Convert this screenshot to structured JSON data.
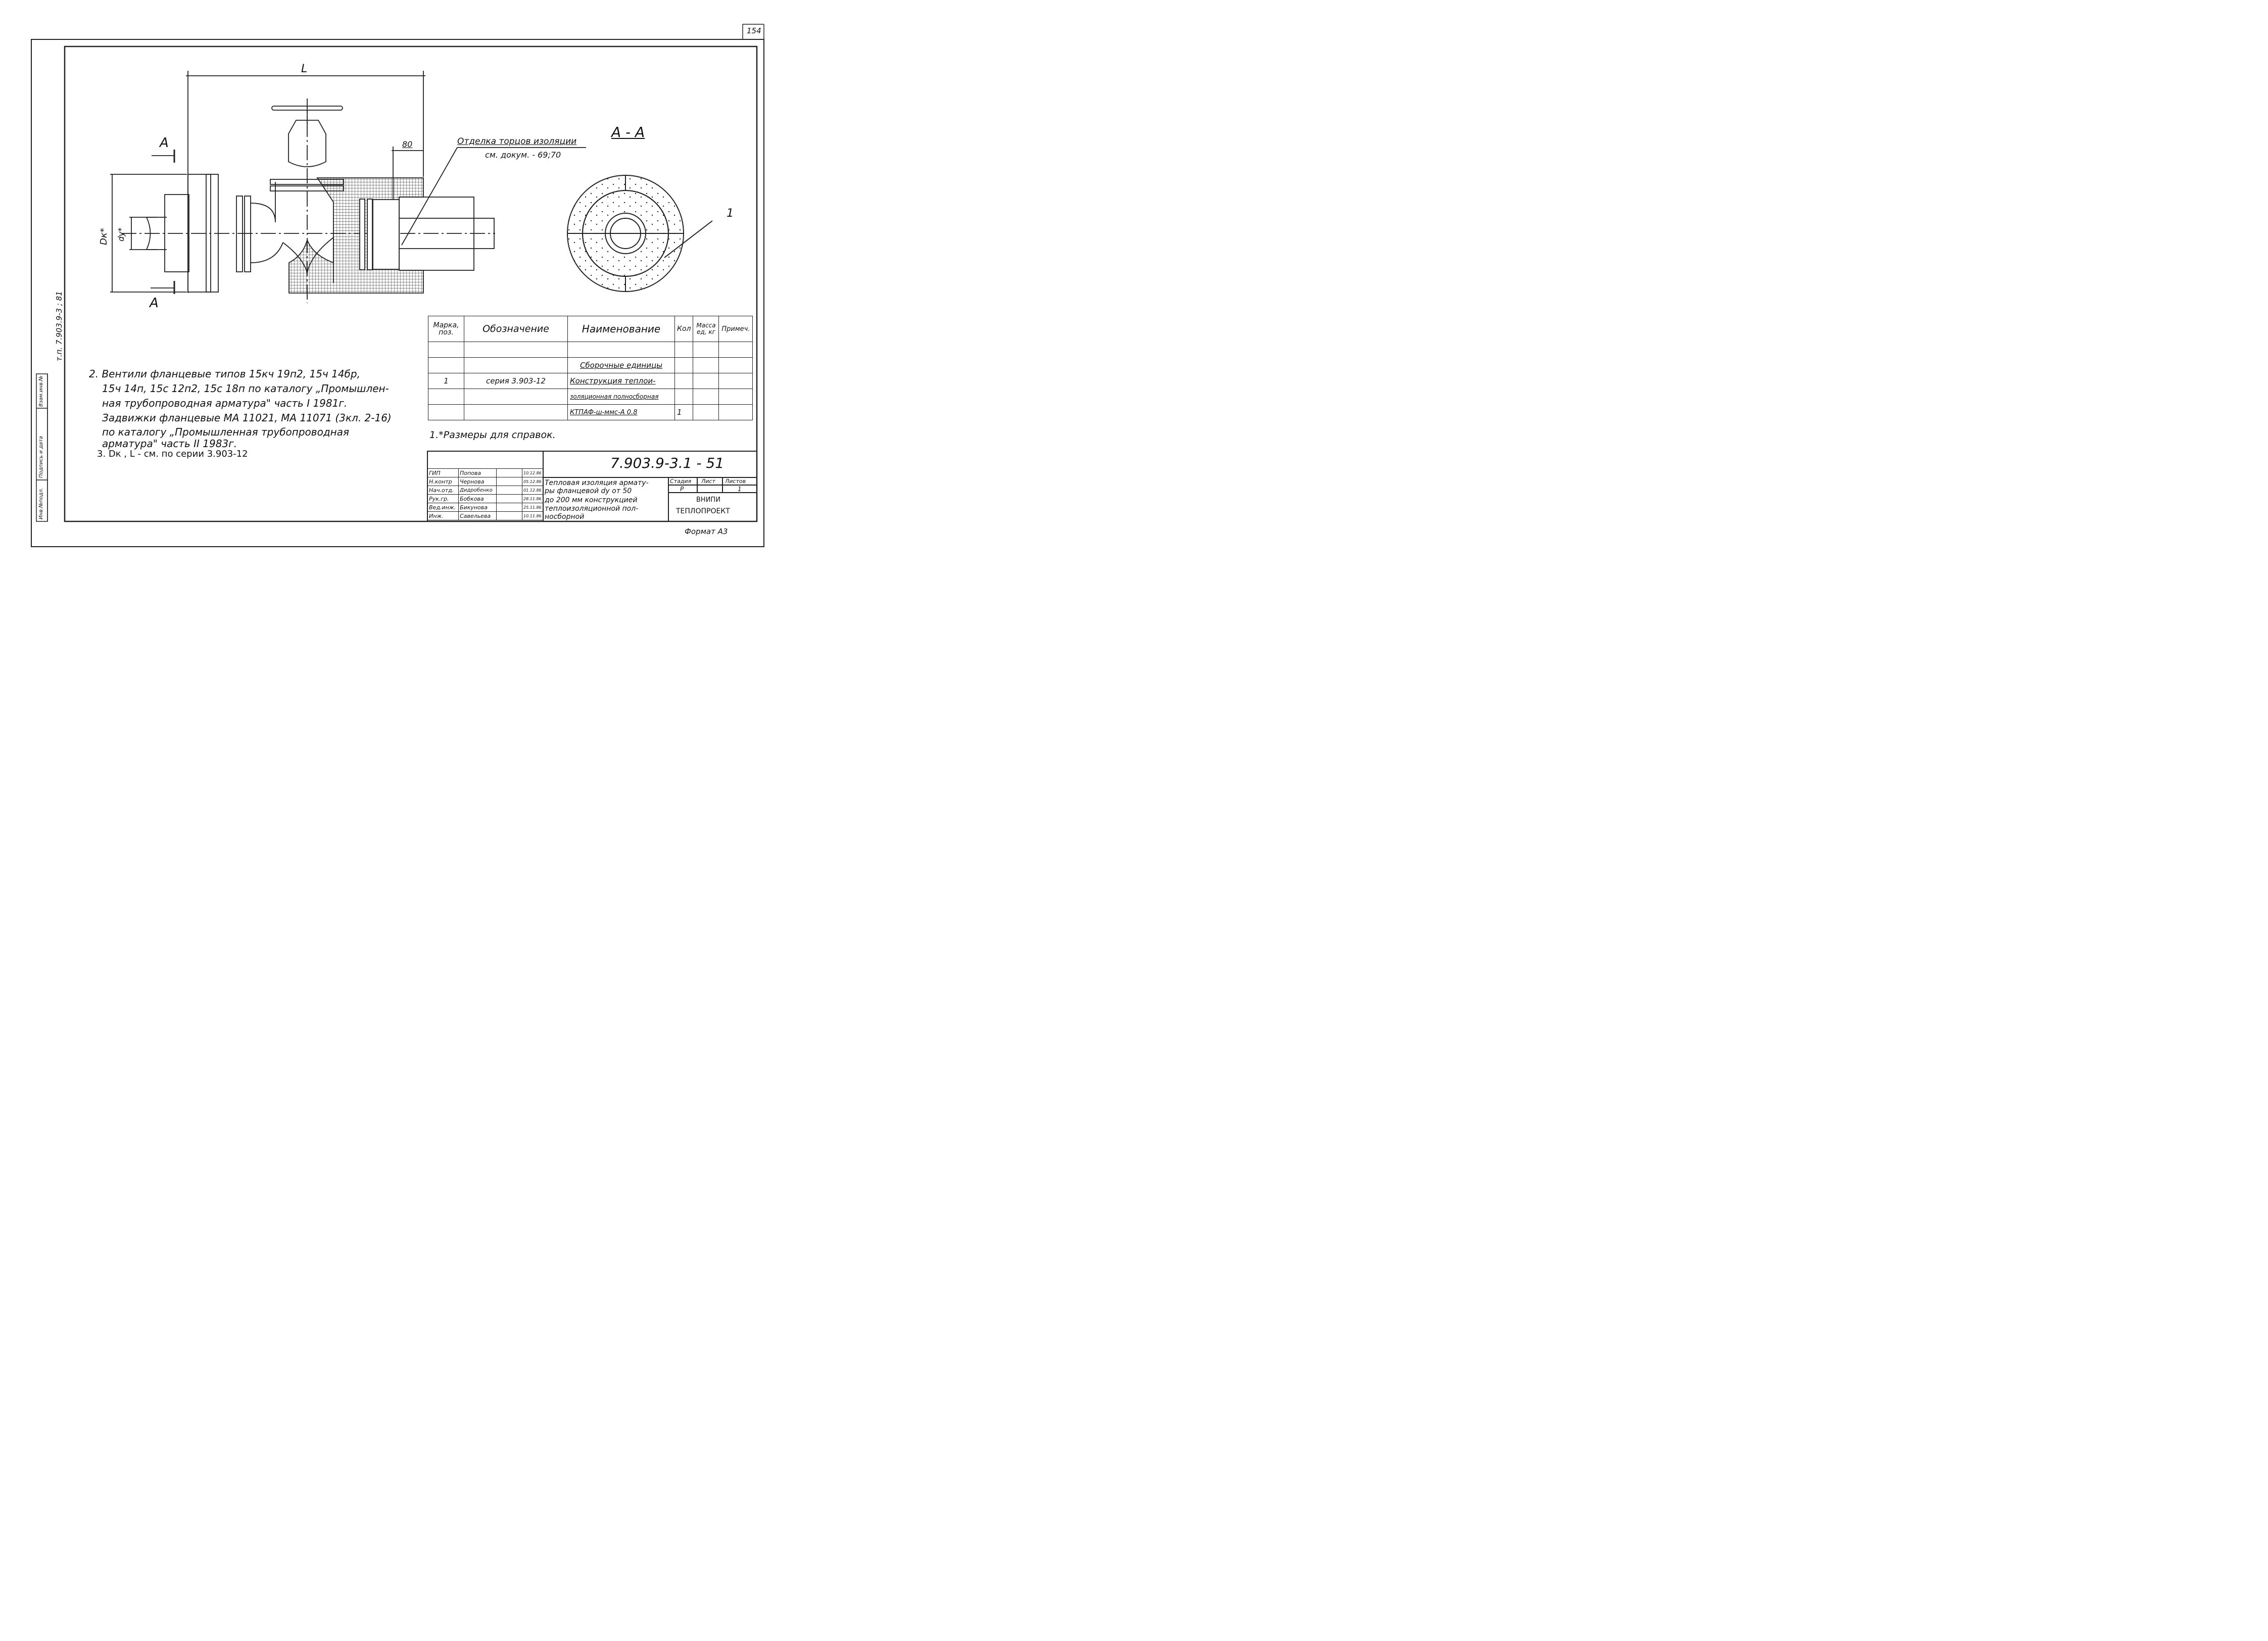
{
  "page_number": "154",
  "side_stamp": {
    "doc_ref": "т.п. 7.903.9-3 ; 81",
    "labels": [
      "Инв.№подл.",
      "Подпись и дата",
      "Взам.инв.№"
    ]
  },
  "drawing": {
    "dim_L": "L",
    "dim_80": "80",
    "section_mark_top": "A",
    "section_mark_bottom": "A",
    "dk_label": "Dк*",
    "dy_label": "dу*",
    "callout_line1": "Отделка торцов изоляции",
    "callout_line2": "см. докум. - 69;70",
    "section_title": "A - A",
    "pos_number": "1"
  },
  "spec_table": {
    "headers": [
      "Марка, поз.",
      "Обозначение",
      "Наименование",
      "Кол",
      "Масса ед, кг",
      "Примеч."
    ],
    "rows": [
      [
        "",
        "",
        "",
        "",
        "",
        ""
      ],
      [
        "",
        "",
        "Сборочные единицы",
        "",
        "",
        ""
      ],
      [
        "1",
        "серия 3.903-12",
        "Конструкция теплои-",
        "",
        "",
        ""
      ],
      [
        "",
        "",
        "золяционная полносборная",
        "",
        "",
        ""
      ],
      [
        "",
        "",
        "КТПАФ-ш-ммс-А 0.8",
        "1",
        "",
        ""
      ]
    ]
  },
  "notes": {
    "n1": "1.*Размеры для справок.",
    "n2_l1": "2. Вентили фланцевые типов 15кч 19п2, 15ч 14бр,",
    "n2_l2": "15ч 14п, 15с 12п2, 15с 18п по каталогу „Промышлен-",
    "n2_l3": "ная трубопроводная арматура\" часть I 1981г.",
    "n2_l4": "Задвижки фланцевые МА 11021, МА 11071 (3кл. 2-16)",
    "n2_l5": "по каталогу „Промышленная трубопроводная",
    "n2_l6": "арматура\" часть II 1983г.",
    "n3": "3. Dк , L - см. по серии 3.903-12"
  },
  "title_block": {
    "doc_number": "7.903.9-3.1 - 51",
    "title_lines": [
      "Тепловая изоляция армату-",
      "ры фланцевой dу от 50",
      "до 200 мм конструкцией",
      "теплоизоляционной пол-",
      "носборной"
    ],
    "stage_headers": [
      "Стадия",
      "Лист",
      "Листов"
    ],
    "stage_values": [
      "Р",
      "",
      "1"
    ],
    "org_line1": "ВНИПИ",
    "org_line2": "ТЕПЛОПРОЕКТ",
    "people": [
      {
        "role": "ГИП",
        "name": "Попова",
        "date": "10.12.86"
      },
      {
        "role": "Н.контр",
        "name": "Чернова",
        "date": "05.12.86"
      },
      {
        "role": "Нач.отд.",
        "name": "Дидробенко",
        "date": "01.12.86"
      },
      {
        "role": "Рук.гр.",
        "name": "Бобкова",
        "date": "28.11.86"
      },
      {
        "role": "Вед.инж.",
        "name": "Бикунова",
        "date": "25.11.86"
      },
      {
        "role": "Инж.",
        "name": "Савельева",
        "date": "10.11.86"
      }
    ],
    "format": "Формат А3"
  }
}
